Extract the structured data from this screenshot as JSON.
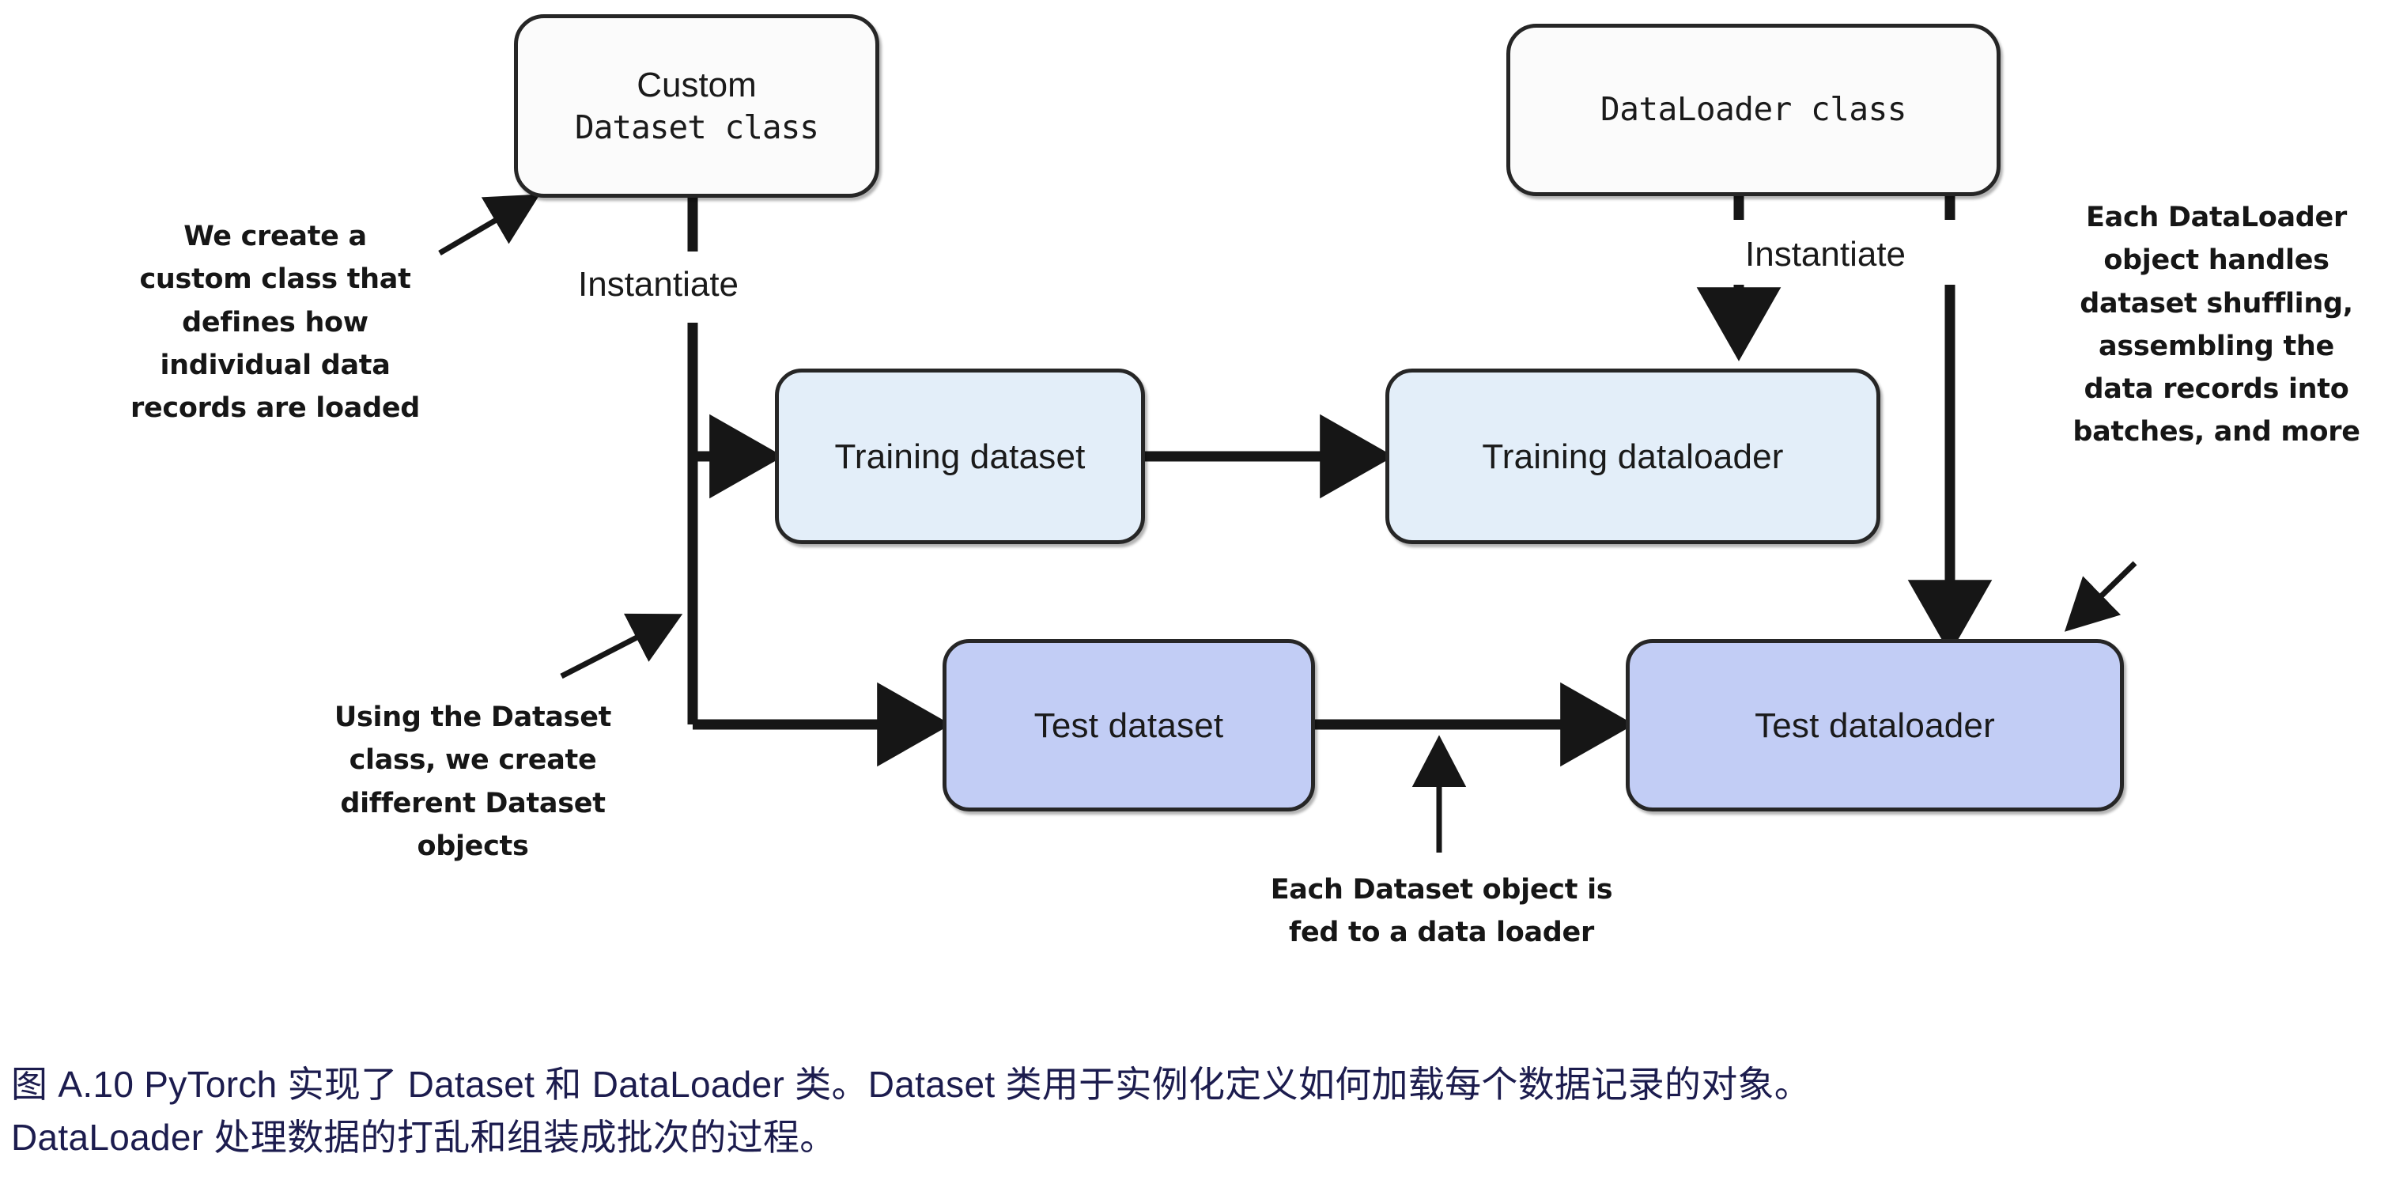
{
  "figure": {
    "type": "flow-diagram",
    "background": "#ffffff",
    "colors": {
      "stroke": "#262626",
      "class_box_fill": "#fbfbfb",
      "light_box_fill": "#e3eef9",
      "dark_box_fill": "#c2cdf5",
      "text": "#1a1a1a",
      "caption": "#1c1c4e"
    }
  },
  "nodes": {
    "custom_dataset_class": {
      "line1": "Custom",
      "line2": "Dataset class"
    },
    "dataloader_class": {
      "label": "DataLoader class"
    },
    "training_dataset": {
      "label": "Training dataset"
    },
    "test_dataset": {
      "label": "Test dataset"
    },
    "training_dataloader": {
      "label": "Training dataloader"
    },
    "test_dataloader": {
      "label": "Test dataloader"
    }
  },
  "edge_labels": {
    "instantiate_left": "Instantiate",
    "instantiate_right": "Instantiate"
  },
  "callouts": {
    "create_custom_class": "We create a\ncustom class that\ndefines how\nindividual data\nrecords are loaded",
    "using_dataset_class": "Using the Dataset\nclass, we create\ndifferent Dataset\nobjects",
    "each_dataloader_object": "Each DataLoader\nobject handles\ndataset shuffling,\nassembling the\ndata records into\nbatches, and more",
    "each_dataset_object": "Each Dataset object is\nfed to a data loader"
  },
  "caption": {
    "line1": "图 A.10 PyTorch 实现了 Dataset 和 DataLoader 类。Dataset 类用于实例化定义如何加载每个数据记录的对象。",
    "line2": "DataLoader 处理数据的打乱和组装成批次的过程。"
  }
}
